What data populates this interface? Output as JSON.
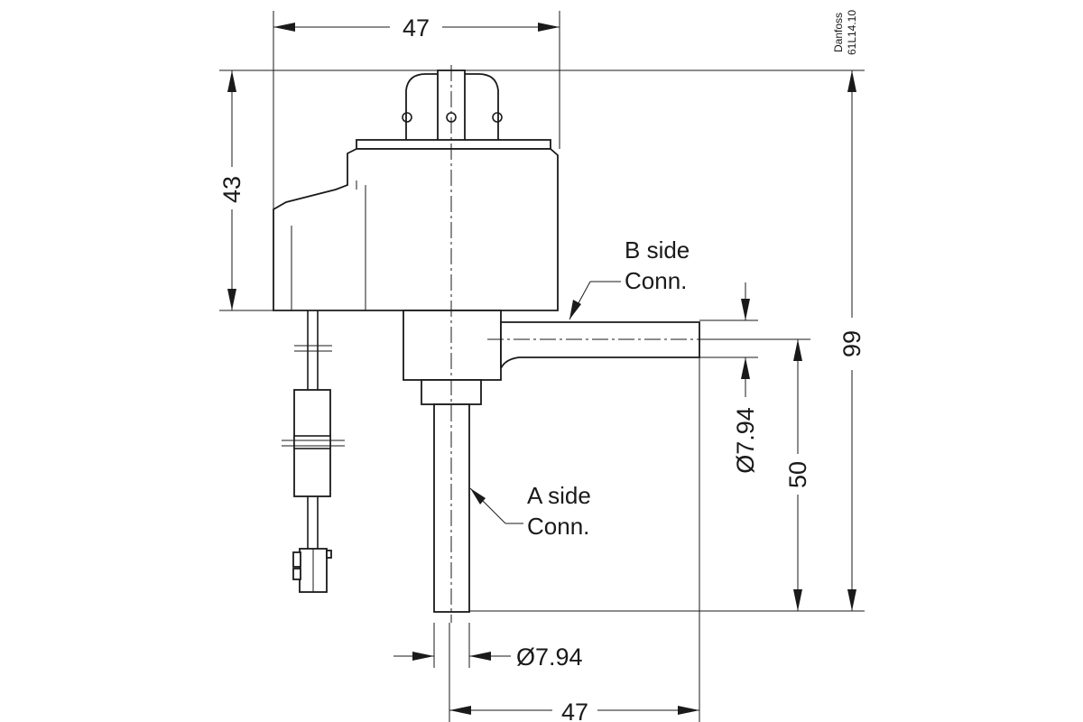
{
  "drawing": {
    "tag_line1": "Danfoss",
    "tag_line2": "61L14.10",
    "dims": {
      "top_width": "47",
      "bottom_width": "47",
      "left_height": "43",
      "total_height": "99",
      "lower_height": "50",
      "b_diameter": "Ø7.94",
      "a_diameter": "Ø7.94"
    },
    "labels": {
      "b_side_line1": "B side",
      "b_side_line2": "Conn.",
      "a_side_line1": "A side",
      "a_side_line2": "Conn."
    }
  }
}
